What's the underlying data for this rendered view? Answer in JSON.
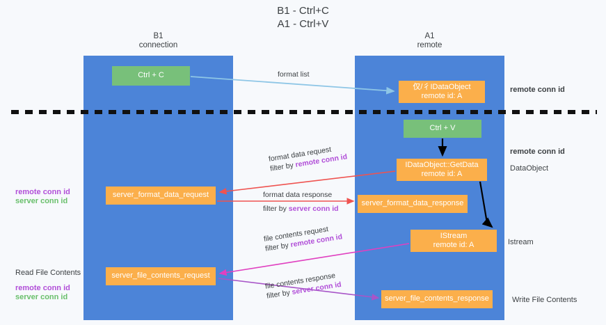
{
  "title": "B1 - Ctrl+C\nA1 - Ctrl+V",
  "lanes": [
    {
      "name": "lane-b1",
      "label": "B1\nconnection"
    },
    {
      "name": "lane-a1",
      "label": "A1\nremote"
    }
  ],
  "nodes": {
    "ctrl_c": "Ctrl + C",
    "idataobject": "仅/彳IDataObject\nremote id: A",
    "ctrl_v": "Ctrl + V",
    "getdata": "IDataObject::GetData\nremote id: A",
    "server_format_data_request": "server_format_data_request",
    "server_format_data_response": "server_format_data_response",
    "istream": "IStream\nremote id: A",
    "server_file_contents_request": "server_file_contents_request",
    "server_file_contents_response": "server_file_contents_response"
  },
  "edges": {
    "format_list": "format list",
    "format_data_request": "format data request",
    "format_data_request_filter_prefix": "filter by ",
    "format_data_request_filter_key": "remote conn id",
    "format_data_response": "format data response",
    "format_data_response_filter_prefix": "filter by ",
    "format_data_response_filter_key": "server conn id",
    "file_contents_request": "file contents request",
    "file_contents_request_filter_prefix": "filter by ",
    "file_contents_request_filter_key": "remote conn id",
    "file_contents_response": "file contents response",
    "file_contents_response_filter_prefix": "filter by ",
    "file_contents_response_filter_key": "server conn id"
  },
  "annotations": {
    "right_remote_conn_top": "remote conn id",
    "right_remote_conn_mid": "remote conn id",
    "right_dataobject": "DataObject",
    "right_istream": "Istream",
    "right_write_file_contents": "Write File Contents",
    "left_remote_conn_mid": "remote conn id",
    "left_server_conn_mid": "server conn id",
    "left_read_file_contents": "Read File Contents",
    "left_remote_conn_bottom": "remote conn id",
    "left_server_conn_bottom": "server conn id"
  },
  "colors": {
    "lane": "#4c84d8",
    "green_node": "#78c07a",
    "orange_node": "#fbaf4b",
    "remote_conn": "#b14fd8",
    "server_conn": "#69bf6b",
    "arrow_light_blue": "#8ec6e6",
    "arrow_red": "#ef5350",
    "arrow_magenta": "#e040c0",
    "arrow_purple": "#a855c8",
    "arrow_black": "#000000",
    "divider": "#111111",
    "background": "#f7f9fc"
  }
}
